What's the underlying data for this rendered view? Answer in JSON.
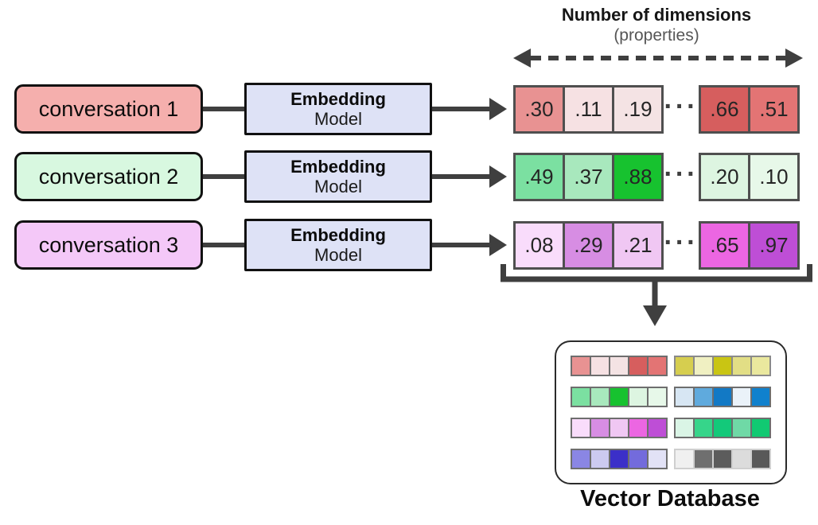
{
  "header": {
    "title": "Number of dimensions",
    "subtitle": "(properties)"
  },
  "ellipsis": "···",
  "colors": {
    "arrow": "#3F3F3F",
    "box_border": "#111111",
    "cell_border": "#4F4F4F",
    "model_fill": "#DEE2F6",
    "subtitle_text": "#565656"
  },
  "rows": [
    {
      "conversation_label": "conversation 1",
      "conversation_fill": "#F5AFAD",
      "model_title": "Embedding",
      "model_subtitle": "Model",
      "cells_left": [
        {
          "value": ".30",
          "fill": "#E89292"
        },
        {
          "value": ".11",
          "fill": "#F6E1E3"
        },
        {
          "value": ".19",
          "fill": "#F4E3E4"
        }
      ],
      "cells_right": [
        {
          "value": ".66",
          "fill": "#D65E5E"
        },
        {
          "value": ".51",
          "fill": "#E37474"
        }
      ]
    },
    {
      "conversation_label": "conversation 2",
      "conversation_fill": "#D8F8E0",
      "model_title": "Embedding",
      "model_subtitle": "Model",
      "cells_left": [
        {
          "value": ".49",
          "fill": "#7BE0A1"
        },
        {
          "value": ".37",
          "fill": "#A8E8BD"
        },
        {
          "value": ".88",
          "fill": "#17C22F"
        }
      ],
      "cells_right": [
        {
          "value": ".20",
          "fill": "#DDF5E1"
        },
        {
          "value": ".10",
          "fill": "#E7F8E9"
        }
      ]
    },
    {
      "conversation_label": "conversation 3",
      "conversation_fill": "#F4C8F8",
      "model_title": "Embedding",
      "model_subtitle": "Model",
      "cells_left": [
        {
          "value": ".08",
          "fill": "#F9DCFB"
        },
        {
          "value": ".29",
          "fill": "#D78DE3"
        },
        {
          "value": ".21",
          "fill": "#F0C7F3"
        }
      ],
      "cells_right": [
        {
          "value": ".65",
          "fill": "#EC66E2"
        },
        {
          "value": ".97",
          "fill": "#BE4ED6"
        }
      ]
    }
  ],
  "database": {
    "label": "Vector Database",
    "mini_vectors_left": [
      {
        "name": "red-vector",
        "border": "#6E6E6E",
        "cells": [
          "#E89292",
          "#F6E1E3",
          "#F4E3E4",
          "#D65E5E",
          "#E37474"
        ]
      },
      {
        "name": "green-vector",
        "border": "#6E6E6E",
        "cells": [
          "#7BE0A1",
          "#A8E8BD",
          "#17C22F",
          "#DDF5E1",
          "#E7F8E9"
        ]
      },
      {
        "name": "magenta-vector",
        "border": "#6E6E6E",
        "cells": [
          "#F9DCFB",
          "#D78DE3",
          "#F0C7F3",
          "#EC66E2",
          "#BE4ED6"
        ]
      },
      {
        "name": "violet-vector",
        "border": "#6E6E6E",
        "cells": [
          "#8A86E4",
          "#CCCAF0",
          "#3B2FC8",
          "#736BDC",
          "#E2E2F6"
        ]
      }
    ],
    "mini_vectors_right": [
      {
        "name": "yellow-vector",
        "border": "#8A8A8A",
        "cells": [
          "#D6CE4F",
          "#F0F0C2",
          "#C9C513",
          "#E2DE85",
          "#EAE89E"
        ]
      },
      {
        "name": "blue-vector",
        "border": "#6E6E6E",
        "cells": [
          "#D7E6F3",
          "#5FAADD",
          "#1279C5",
          "#EAF2F9",
          "#1081CD"
        ]
      },
      {
        "name": "emerald-vector",
        "border": "#6E6E6E",
        "cells": [
          "#DAF5E6",
          "#36D58A",
          "#13C97A",
          "#6FD9A6",
          "#11C972"
        ]
      },
      {
        "name": "gray-vector",
        "border": "#CFCFCF",
        "cells": [
          "#F0F0F0",
          "#6F6F6F",
          "#5C5C5C",
          "#DCDCDC",
          "#595959"
        ]
      }
    ]
  }
}
